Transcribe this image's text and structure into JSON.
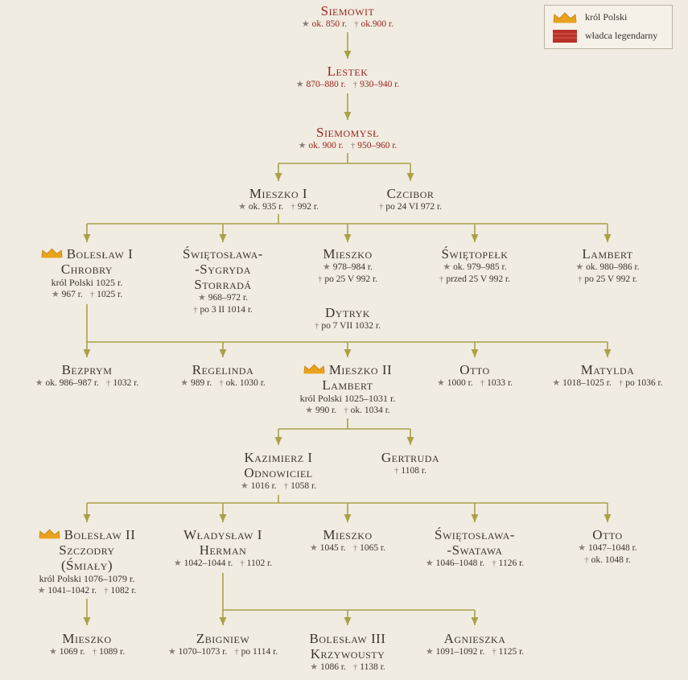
{
  "legend": {
    "king_label": "król Polski",
    "legendary_label": "władca legendarny"
  },
  "colors": {
    "legendary_text": "#9b2220",
    "connector": "#a8a14a",
    "crown": "#e8a21c",
    "legendary_swatch": "#b8322a",
    "background": "#f1ece1"
  },
  "symbols": {
    "born": "★",
    "died": "†"
  },
  "people": {
    "siemowit": {
      "name": "Siemowit",
      "born": "ok. 850 r.",
      "died": "ok.900 r."
    },
    "lestek": {
      "name": "Lestek",
      "born": "870–880 r.",
      "died": "930–940 r."
    },
    "siemomysl": {
      "name": "Siemomysł",
      "born": "ok. 900 r.",
      "died": "950–960 r."
    },
    "mieszko1": {
      "name": "Mieszko I",
      "born": "ok. 935 r.",
      "died": "992 r."
    },
    "czcibor": {
      "name": "Czcibor",
      "died": "po 24 VI 972 r."
    },
    "boleslaw1": {
      "name_line1": "Bolesław I",
      "name_line2": "Chrobry",
      "title": "król Polski 1025 r.",
      "born": "967 r.",
      "died": "1025 r."
    },
    "swietoslawa1": {
      "name_line1": "Świętosława-",
      "name_line2": "-Sygryda",
      "name_line3": "Storradá",
      "born": "968–972 r.",
      "died": "po 3 II 1014 r."
    },
    "mieszko_s": {
      "name": "Mieszko",
      "born": "978–984 r.",
      "died": "po 25 V 992 r."
    },
    "swietopelk": {
      "name": "Świętopełk",
      "born": "ok. 979–985 r.",
      "died": "przed 25 V 992 r."
    },
    "lambert": {
      "name": "Lambert",
      "born": "ok. 980–986 r.",
      "died": "po 25 V 992 r."
    },
    "dytryk": {
      "name": "Dytryk",
      "died": "po 7 VII 1032 r."
    },
    "bezprym": {
      "name": "Bezprym",
      "born": "ok. 986–987 r.",
      "died": "1032 r."
    },
    "regelinda": {
      "name": "Regelinda",
      "born": "989 r.",
      "died": "ok. 1030 r."
    },
    "mieszko2": {
      "name_line1": "Mieszko II",
      "name_line2": "Lambert",
      "title": "król Polski 1025–1031 r.",
      "born": "990 r.",
      "died": "ok. 1034 r."
    },
    "otto1": {
      "name": "Otto",
      "born": "1000 r.",
      "died": "1033 r."
    },
    "matylda": {
      "name": "Matylda",
      "born": "1018–1025 r.",
      "died": "po 1036 r."
    },
    "kazimierz": {
      "name_line1": "Kazimierz I",
      "name_line2": "Odnowiciel",
      "born": "1016 r.",
      "died": "1058 r."
    },
    "gertruda": {
      "name": "Gertruda",
      "died": "1108 r."
    },
    "boleslaw2": {
      "name_line1": "Bolesław II",
      "name_line2": "Szczodry",
      "name_line3": "(Śmiały)",
      "title": "król Polski 1076–1079 r.",
      "born": "1041–1042 r.",
      "died": "1082 r."
    },
    "wladyslaw": {
      "name_line1": "Władysław I",
      "name_line2": "Herman",
      "born": "1042–1044 r.",
      "died": "1102 r."
    },
    "mieszko_k": {
      "name": "Mieszko",
      "born": "1045 r.",
      "died": "1065 r."
    },
    "swietoslawa2": {
      "name_line1": "Świętosława-",
      "name_line2": "-Swatawa",
      "born": "1046–1048 r.",
      "died": "1126 r."
    },
    "otto2": {
      "name": "Otto",
      "born": "1047–1048 r.",
      "died": "ok. 1048 r."
    },
    "mieszko_b": {
      "name": "Mieszko",
      "born": "1069 r.",
      "died": "1089 r."
    },
    "zbigniew": {
      "name": "Zbigniew",
      "born": "1070–1073 r.",
      "died": "po 1114 r."
    },
    "boleslaw3": {
      "name_line1": "Bolesław III",
      "name_line2": "Krzywousty",
      "born": "1086 r.",
      "died": "1138 r."
    },
    "agnieszka": {
      "name": "Agnieszka",
      "born": "1091–1092 r.",
      "died": "1125 r."
    }
  }
}
